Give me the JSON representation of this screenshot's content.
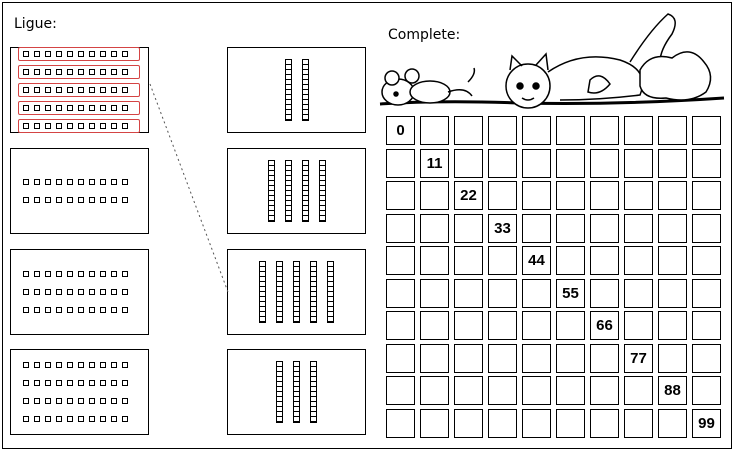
{
  "left_title": "Ligue:",
  "right_title": "Complete:",
  "grid_numbers": [
    "0",
    "11",
    "22",
    "33",
    "44",
    "55",
    "66",
    "77",
    "88",
    "99"
  ],
  "dot_rows_per_box": [
    5,
    2,
    3,
    4
  ],
  "dots_per_row": 10,
  "rods_per_box": [
    2,
    4,
    5,
    3
  ],
  "grid_size": 10,
  "line_color": "#d44444"
}
